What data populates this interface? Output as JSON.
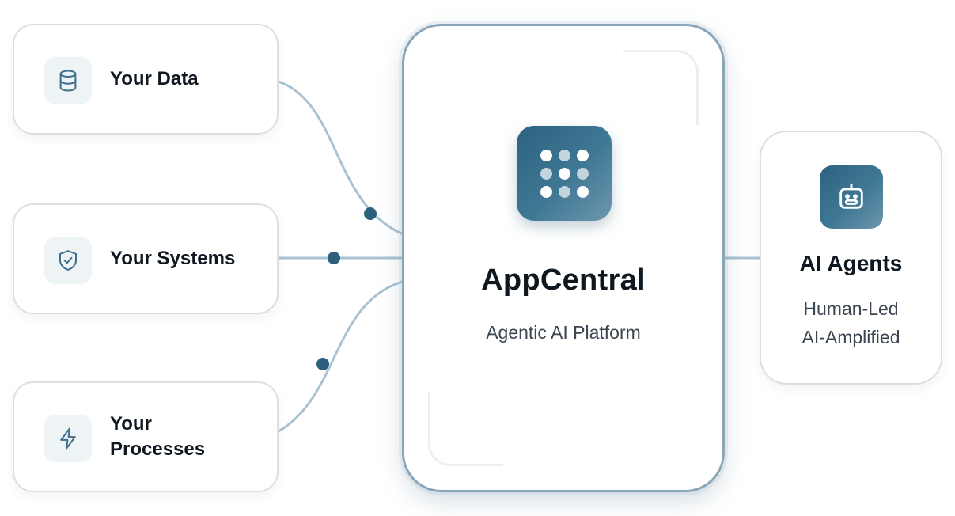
{
  "sources": [
    {
      "label": "Your Data",
      "icon": "database-icon"
    },
    {
      "label": "Your Systems",
      "icon": "shield-check-icon"
    },
    {
      "label": "Your\nProcesses",
      "icon": "lightning-icon"
    }
  ],
  "hub": {
    "title": "AppCentral",
    "subtitle": "Agentic AI Platform",
    "logo_icon": "grid-dots-icon"
  },
  "agent": {
    "title": "AI Agents",
    "line1": "Human-Led",
    "line2": "AI-Amplified",
    "icon": "robot-icon"
  },
  "colors": {
    "accent": "#2d6280",
    "accent_light": "#6e97ad",
    "connector": "#a9c2d1",
    "connector_dot": "#2e5f7c",
    "card_border": "#dcdfe2",
    "hub_border": "#8aa7b9",
    "icon_bg": "#eef3f6"
  }
}
